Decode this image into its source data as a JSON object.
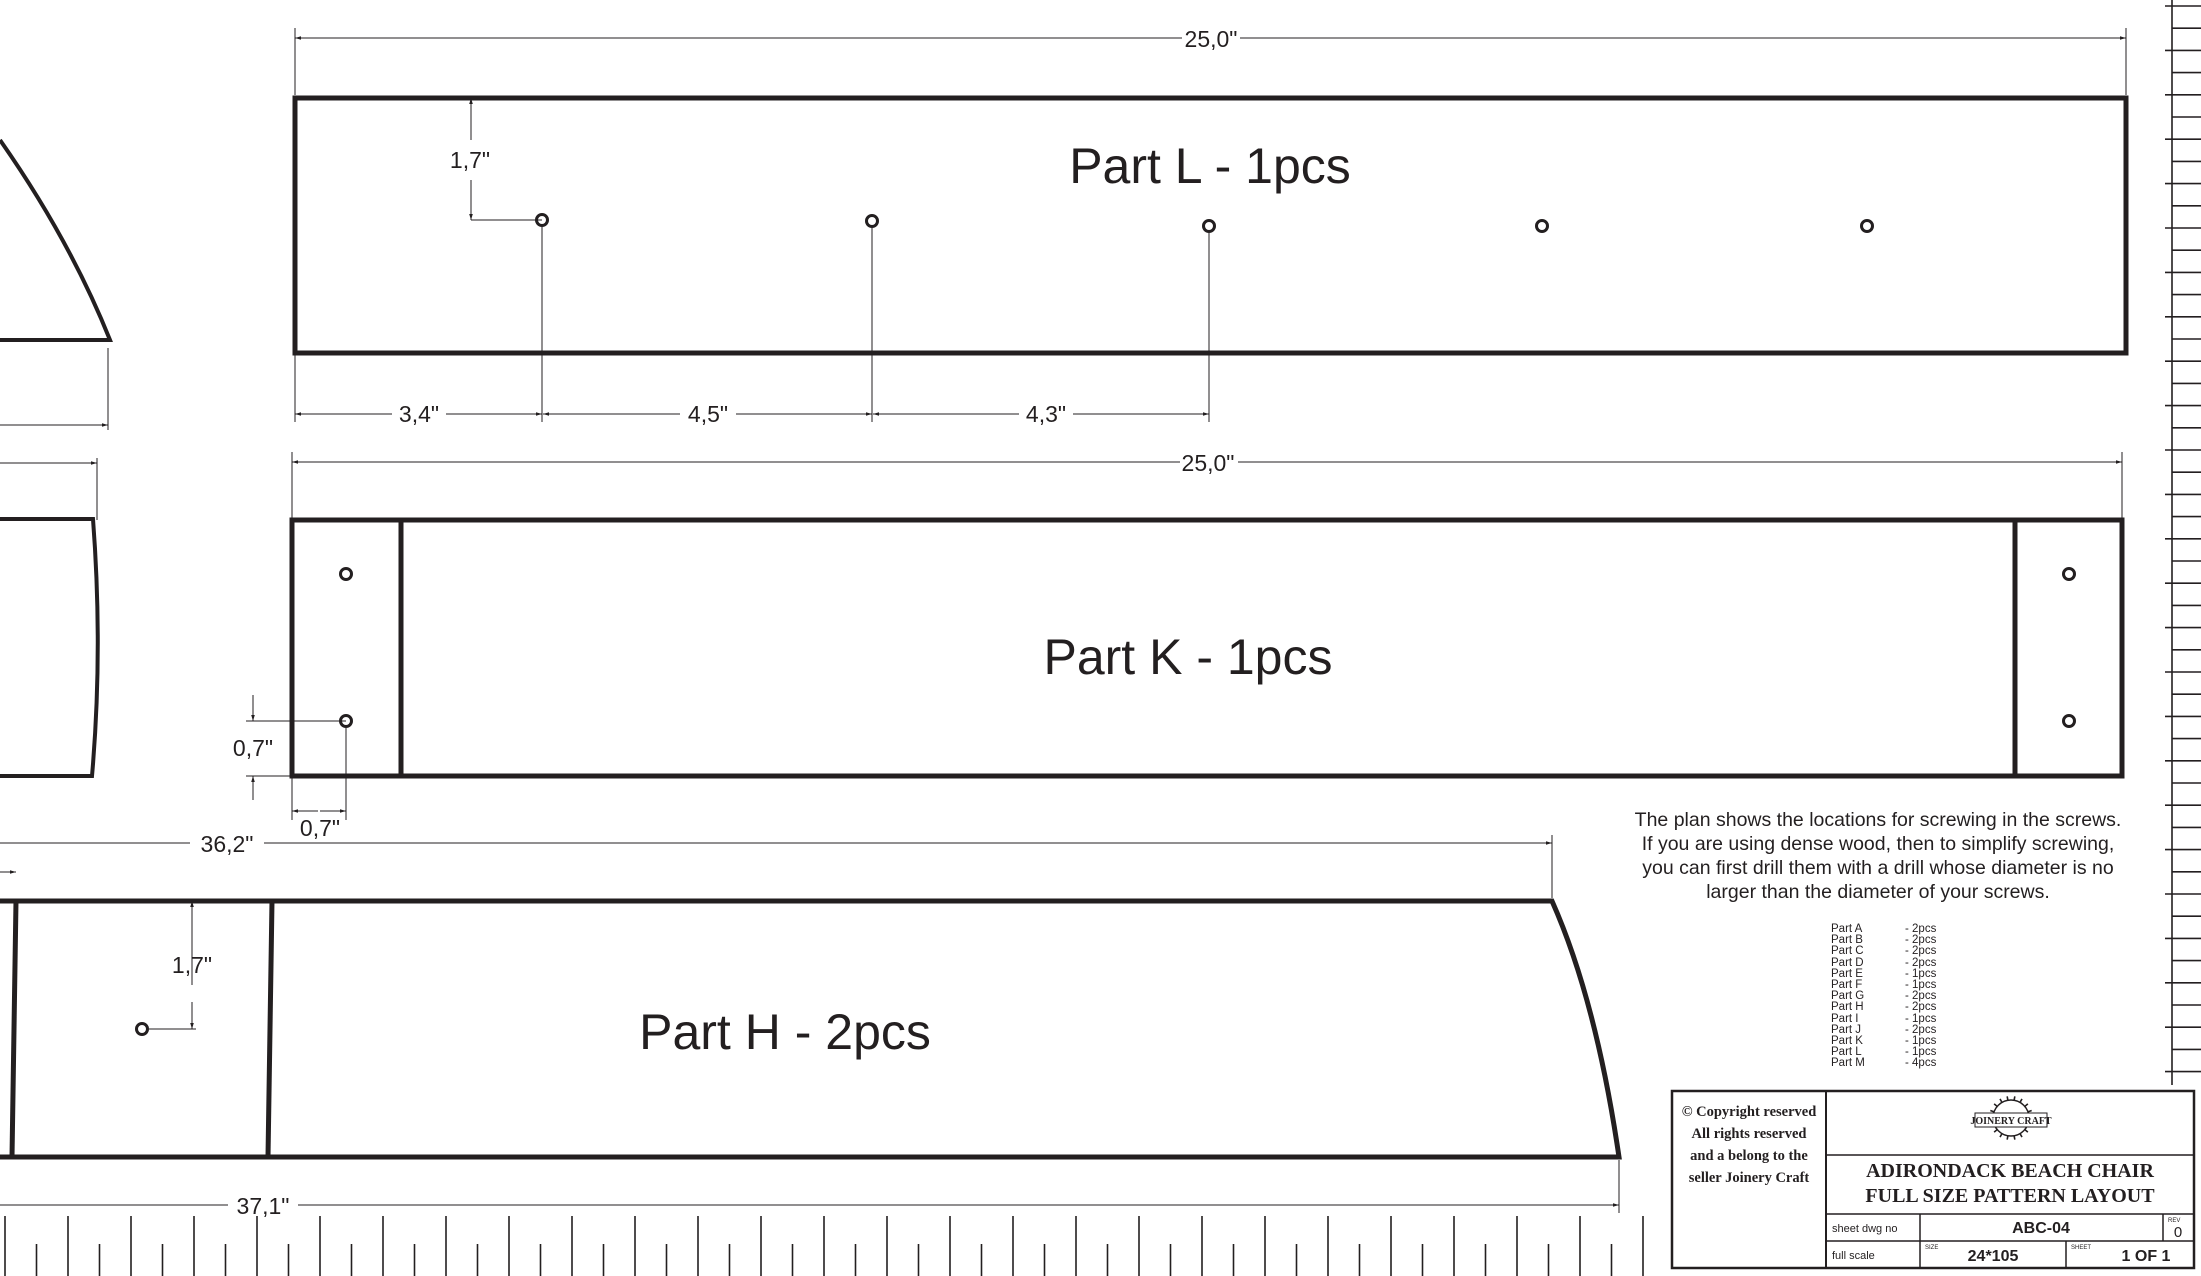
{
  "parts": {
    "L": {
      "label": "Part L - 1pcs"
    },
    "K": {
      "label": "Part K - 1pcs"
    },
    "H": {
      "label": "Part H - 2pcs"
    }
  },
  "dimensions": {
    "l_width": "25,0\"",
    "l_hole_offset": "1,7\"",
    "l_hole_1": "3,4\"",
    "l_hole_2": "4,5\"",
    "l_hole_3": "4,3\"",
    "k_width": "25,0\"",
    "k_hole_vertical": "0,7\"",
    "k_hole_horizontal": "0,7\"",
    "h_top_length": "36,2\"",
    "h_hole_offset": "1,7\"",
    "h_bottom_length": "37,1\""
  },
  "note": {
    "lines": [
      "The plan shows the locations for screwing in the screws.",
      "If you are using dense wood, then to simplify screwing,",
      "you can first drill them with a drill whose diameter is no",
      "larger than the diameter of your screws."
    ]
  },
  "parts_list": [
    {
      "part": "Part A",
      "qty": "- 2pcs"
    },
    {
      "part": "Part B",
      "qty": "- 2pcs"
    },
    {
      "part": "Part C",
      "qty": "- 2pcs"
    },
    {
      "part": "Part D",
      "qty": "- 2pcs"
    },
    {
      "part": "Part E",
      "qty": "- 1pcs"
    },
    {
      "part": "Part F",
      "qty": "- 1pcs"
    },
    {
      "part": "Part G",
      "qty": "- 2pcs"
    },
    {
      "part": "Part H",
      "qty": "- 2pcs"
    },
    {
      "part": "Part I",
      "qty": "- 1pcs"
    },
    {
      "part": "Part J",
      "qty": "- 2pcs"
    },
    {
      "part": "Part K",
      "qty": "- 1pcs"
    },
    {
      "part": "Part L",
      "qty": "- 1pcs"
    },
    {
      "part": "Part M",
      "qty": "- 4pcs"
    }
  ],
  "title_block": {
    "copyright": [
      "© Copyright reserved",
      "All rights reserved",
      "and a belong to the",
      "seller Joinery Craft"
    ],
    "logo_text": "JOINERY CRAFT",
    "title_line1": "ADIRONDACK BEACH CHAIR",
    "title_line2": "FULL SIZE PATTERN LAYOUT",
    "dwg_label": "sheet dwg no",
    "dwg_no": "ABC-04",
    "rev_label": "REV",
    "rev": "0",
    "scale": "full scale",
    "size_label": "SIZE",
    "size": "24*105",
    "sheet_label": "SHEET",
    "sheet": "1 OF 1"
  }
}
